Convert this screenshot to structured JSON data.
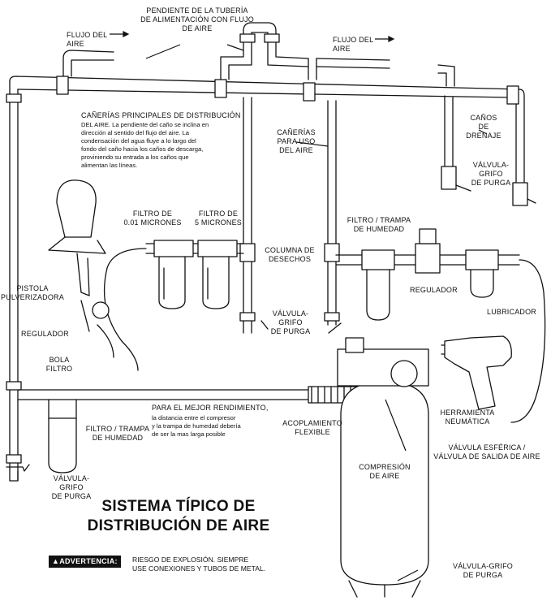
{
  "labels": {
    "slope": "PENDIENTE DE LA TUBERÍA\nDE ALIMENTACIÓN CON FLUJO\nDE AIRE",
    "flow_left": "FLUJO DEL\nAIRE",
    "flow_right": "FLUJO DEL\nAIRE",
    "main_pipes_heading": "CAÑERÍAS PRINCIPALES DE DISTRIBUCIÓN",
    "main_pipes_note": "DEL AIRE. La pendiente del caño se inclina en\ndirección al sentido del flujo del aire. La\ncondensación del agua fluye a lo largo del\nfondo del caño hacia los caños de descarga,\nproviniendo su entrada a los caños que\nalimentan las líneas.",
    "use_pipes": "CAÑERÍAS\nPARA USO\nDEL AIRE",
    "drain_pipes": "CAÑOS\nDE\nDRENAJE",
    "drain_valve_right": "VÁLVULA-\nGRIFO\nDE PURGA",
    "filter_001": "FILTRO DE\n0.01 MICRONES",
    "filter_5": "FILTRO DE\n5 MICRONES",
    "moisture_trap_top": "FILTRO / TRAMPA\nDE HUMEDAD",
    "waste_column": "COLUMNA DE\nDESECHOS",
    "regulator_right": "REGULADOR",
    "lubricator": "LUBRICADOR",
    "spray_gun": "PISTOLA\nPULVERIZADORA",
    "regulator_left": "REGULADOR",
    "ball_filter": "BOLA\nFILTRO",
    "drain_valve_center": "VÁLVULA-\nGRIFO\nDE PURGA",
    "air_tool": "HERRAMIENTA\nNEUMÁTICA",
    "best_performance": "PARA EL MEJOR RENDIMIENTO,",
    "best_performance_note": "la distancia entre el compresor\ny la trampa de humedad debería\nde ser la mas larga posible",
    "flex_coupling": "ACOPLAMIENTO\nFLEXIBLE",
    "moisture_trap_bottom": "FILTRO / TRAMPA\nDE HUMEDAD",
    "ball_valve": "VÁLVULA ESFÉRICA /\nVÁLVULA DE SALIDA DE AIRE",
    "compression": "COMPRESIÓN\nDE AIRE",
    "drain_valve_left": "VÁLVULA-\nGRIFO\nDE PURGA",
    "drain_valve_tank": "VÁLVULA-GRIFO\nDE PURGA"
  },
  "title": "SISTEMA TÍPICO DE\nDISTRIBUCIÓN DE AIRE",
  "warning": {
    "badge": "▲ADVERTENCIA:",
    "text": "RIESGO DE EXPLOSIÓN. SIEMPRE\nUSE CONEXIONES Y TUBOS DE METAL."
  }
}
